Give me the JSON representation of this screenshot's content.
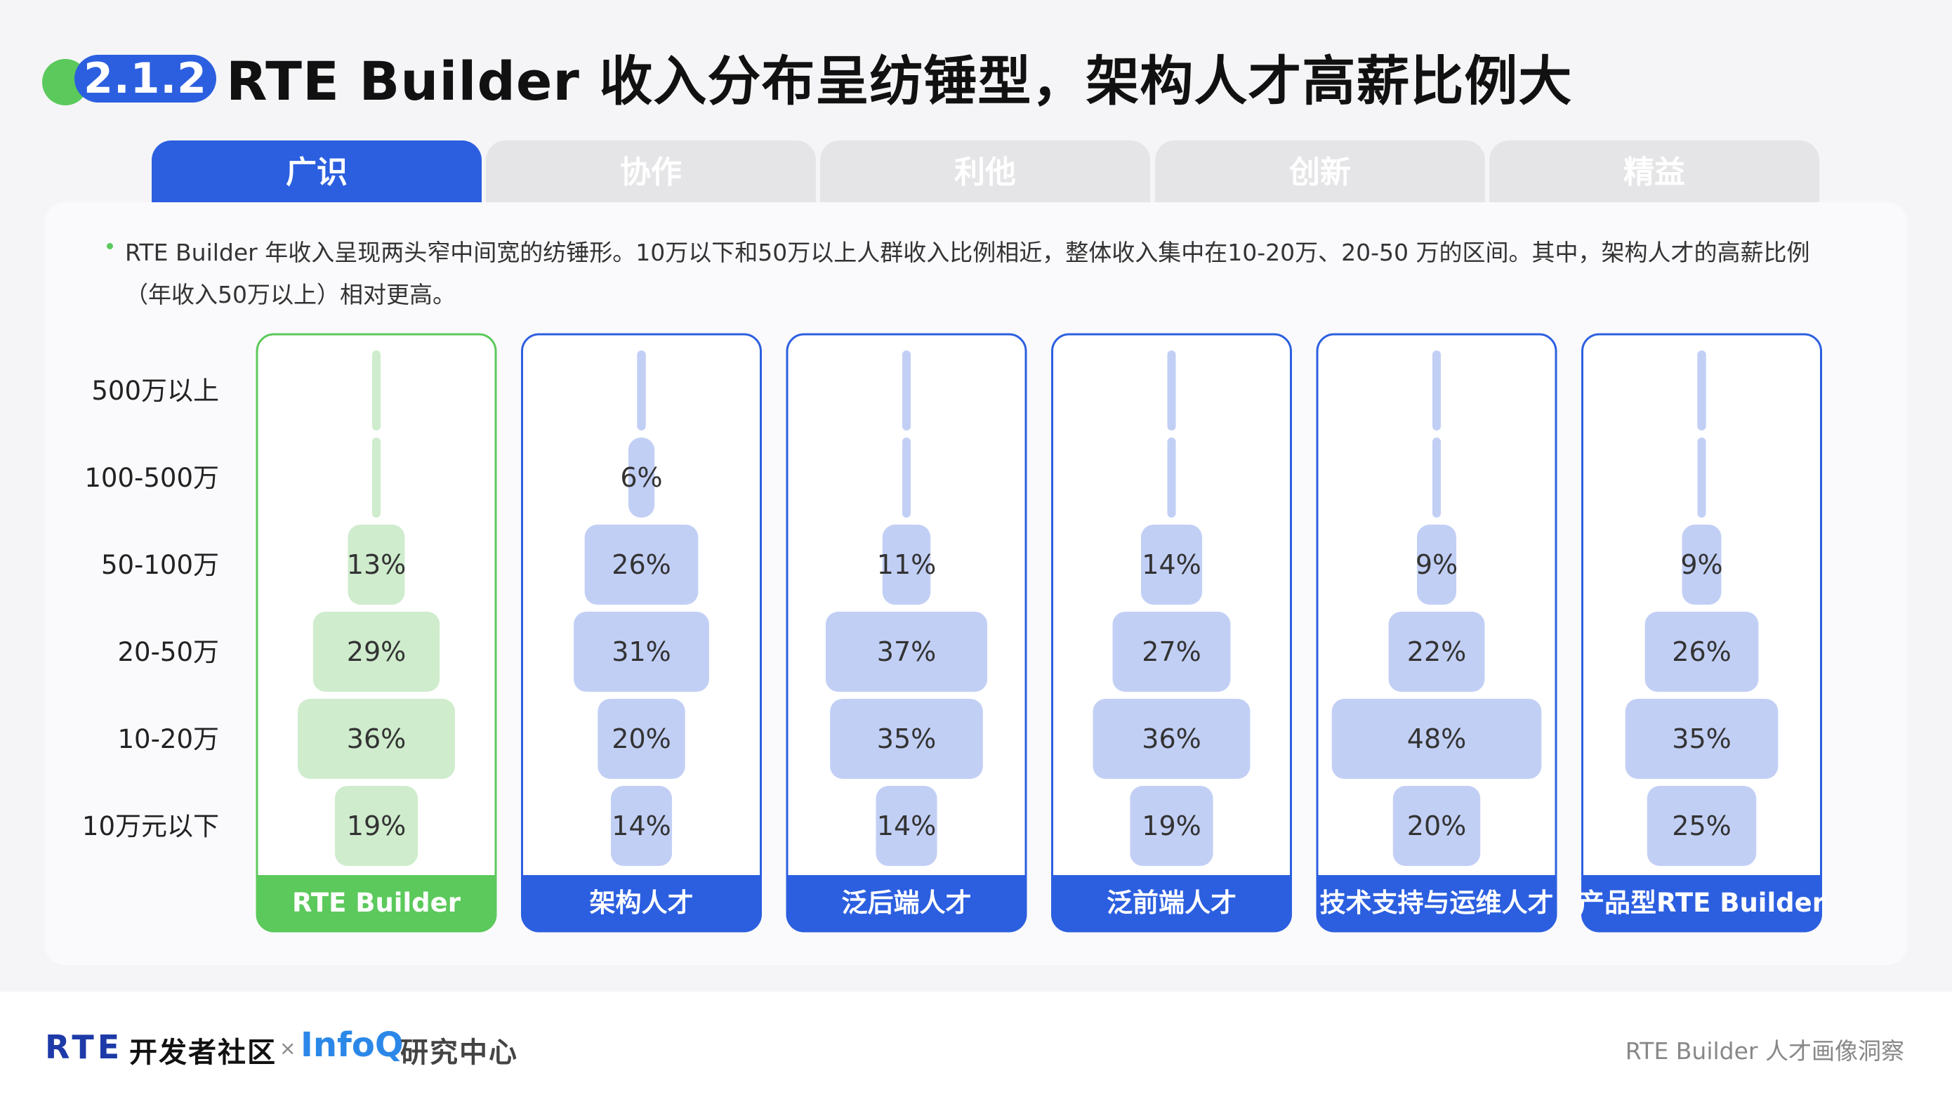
{
  "header": {
    "section_number": "2.1.2",
    "title": "RTE Builder 收入分布呈纺锤型，架构人才高薪比例大"
  },
  "tabs": [
    {
      "label": "广识",
      "active": true
    },
    {
      "label": "协作",
      "active": false
    },
    {
      "label": "利他",
      "active": false
    },
    {
      "label": "创新",
      "active": false
    },
    {
      "label": "精益",
      "active": false
    }
  ],
  "description": "RTE Builder 年收入呈现两头窄中间宽的纺锤形。10万以下和50万以上人群收入比例相近，整体收入集中在10-20万、20-50 万的区间。其中，架构人才的高薪比例（年收入50万以上）相对更高。",
  "colors": {
    "accent_blue": "#2c5fe0",
    "accent_green": "#5bc95b",
    "bar_blue": "#c2cff5",
    "bar_green": "#cfeccd"
  },
  "chart_data": {
    "type": "bar",
    "orientation": "horizontal-centered",
    "categories": [
      "500万以上",
      "100-500万",
      "50-100万",
      "20-50万",
      "10-20万",
      "10万元以下"
    ],
    "unit": "%",
    "series": [
      {
        "name": "RTE Builder",
        "values": [
          1,
          1,
          13,
          29,
          36,
          19
        ],
        "labels": [
          "",
          "",
          "13%",
          "29%",
          "36%",
          "19%"
        ],
        "highlight": true
      },
      {
        "name": "架构人才",
        "values": [
          2,
          6,
          26,
          31,
          20,
          14
        ],
        "labels": [
          "",
          "6%",
          "26%",
          "31%",
          "20%",
          "14%"
        ],
        "highlight": false
      },
      {
        "name": "泛后端人才",
        "values": [
          0,
          1,
          11,
          37,
          35,
          14
        ],
        "labels": [
          "",
          "",
          "11%",
          "37%",
          "35%",
          "14%"
        ],
        "highlight": false
      },
      {
        "name": "泛前端人才",
        "values": [
          1,
          1,
          14,
          27,
          36,
          19
        ],
        "labels": [
          "",
          "",
          "14%",
          "27%",
          "36%",
          "19%"
        ],
        "highlight": false
      },
      {
        "name": "技术支持与运维人才",
        "values": [
          0,
          0,
          9,
          22,
          48,
          20
        ],
        "labels": [
          "",
          "",
          "9%",
          "22%",
          "48%",
          "20%"
        ],
        "highlight": false
      },
      {
        "name": "产品型RTE Builder",
        "values": [
          2,
          1,
          9,
          26,
          35,
          25
        ],
        "labels": [
          "",
          "",
          "9%",
          "26%",
          "35%",
          "25%"
        ],
        "highlight": false
      }
    ]
  },
  "footer": {
    "logo_rte": "RTE",
    "logo_rte_text": "开发者社区",
    "separator": "×",
    "logo_infoq": "InfoQ",
    "logo_infoq_text": "研究中心",
    "right_text": "RTE Builder 人才画像洞察"
  }
}
